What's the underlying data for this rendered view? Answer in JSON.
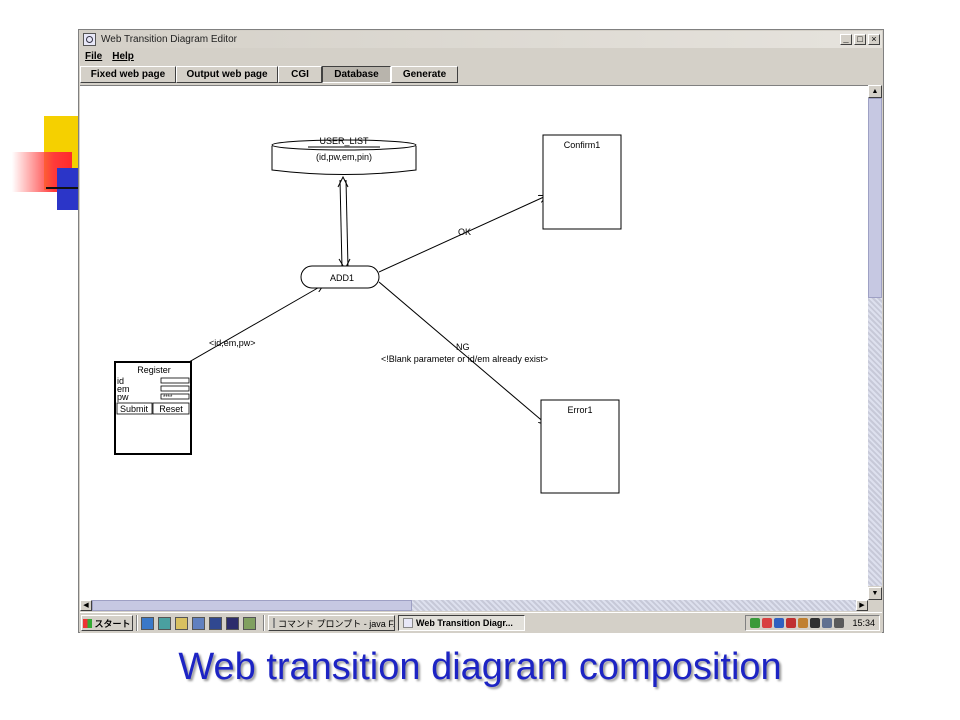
{
  "window": {
    "title": "Web Transition Diagram Editor",
    "controls": [
      "_",
      "□",
      "×"
    ]
  },
  "menu": [
    {
      "label": "File"
    },
    {
      "label": "Help"
    }
  ],
  "toolbar": [
    {
      "label": "Fixed web page",
      "active": false
    },
    {
      "label": "Output web page",
      "active": false
    },
    {
      "label": "CGI",
      "active": false
    },
    {
      "label": "Database",
      "active": true
    },
    {
      "label": "Generate",
      "active": false
    }
  ],
  "diagram": {
    "database": {
      "name": "USER_LIST",
      "fields": "(id,pw,em,pin)"
    },
    "cgi": {
      "name": "ADD1"
    },
    "page_confirm": {
      "name": "Confirm1"
    },
    "page_error": {
      "name": "Error1"
    },
    "form": {
      "title": "Register",
      "fields": [
        {
          "label": "id",
          "value": ""
        },
        {
          "label": "em",
          "value": ""
        },
        {
          "label": "pw",
          "value": "****"
        }
      ],
      "submit_label": "Submit",
      "reset_label": "Reset"
    },
    "edges": {
      "form_to_cgi": "<id,em,pw>",
      "ok": "OK",
      "ng": "NG",
      "ng_detail": "<!Blank parameter or id/em already exist>"
    }
  },
  "taskbar": {
    "start_label": "スタート",
    "tasks": [
      {
        "label": "コマンド プロンプト - java F...",
        "active": false
      },
      {
        "label": "Web Transition Diagr...",
        "active": true
      }
    ],
    "clock": "15:34"
  },
  "caption": "Web transition diagram composition"
}
